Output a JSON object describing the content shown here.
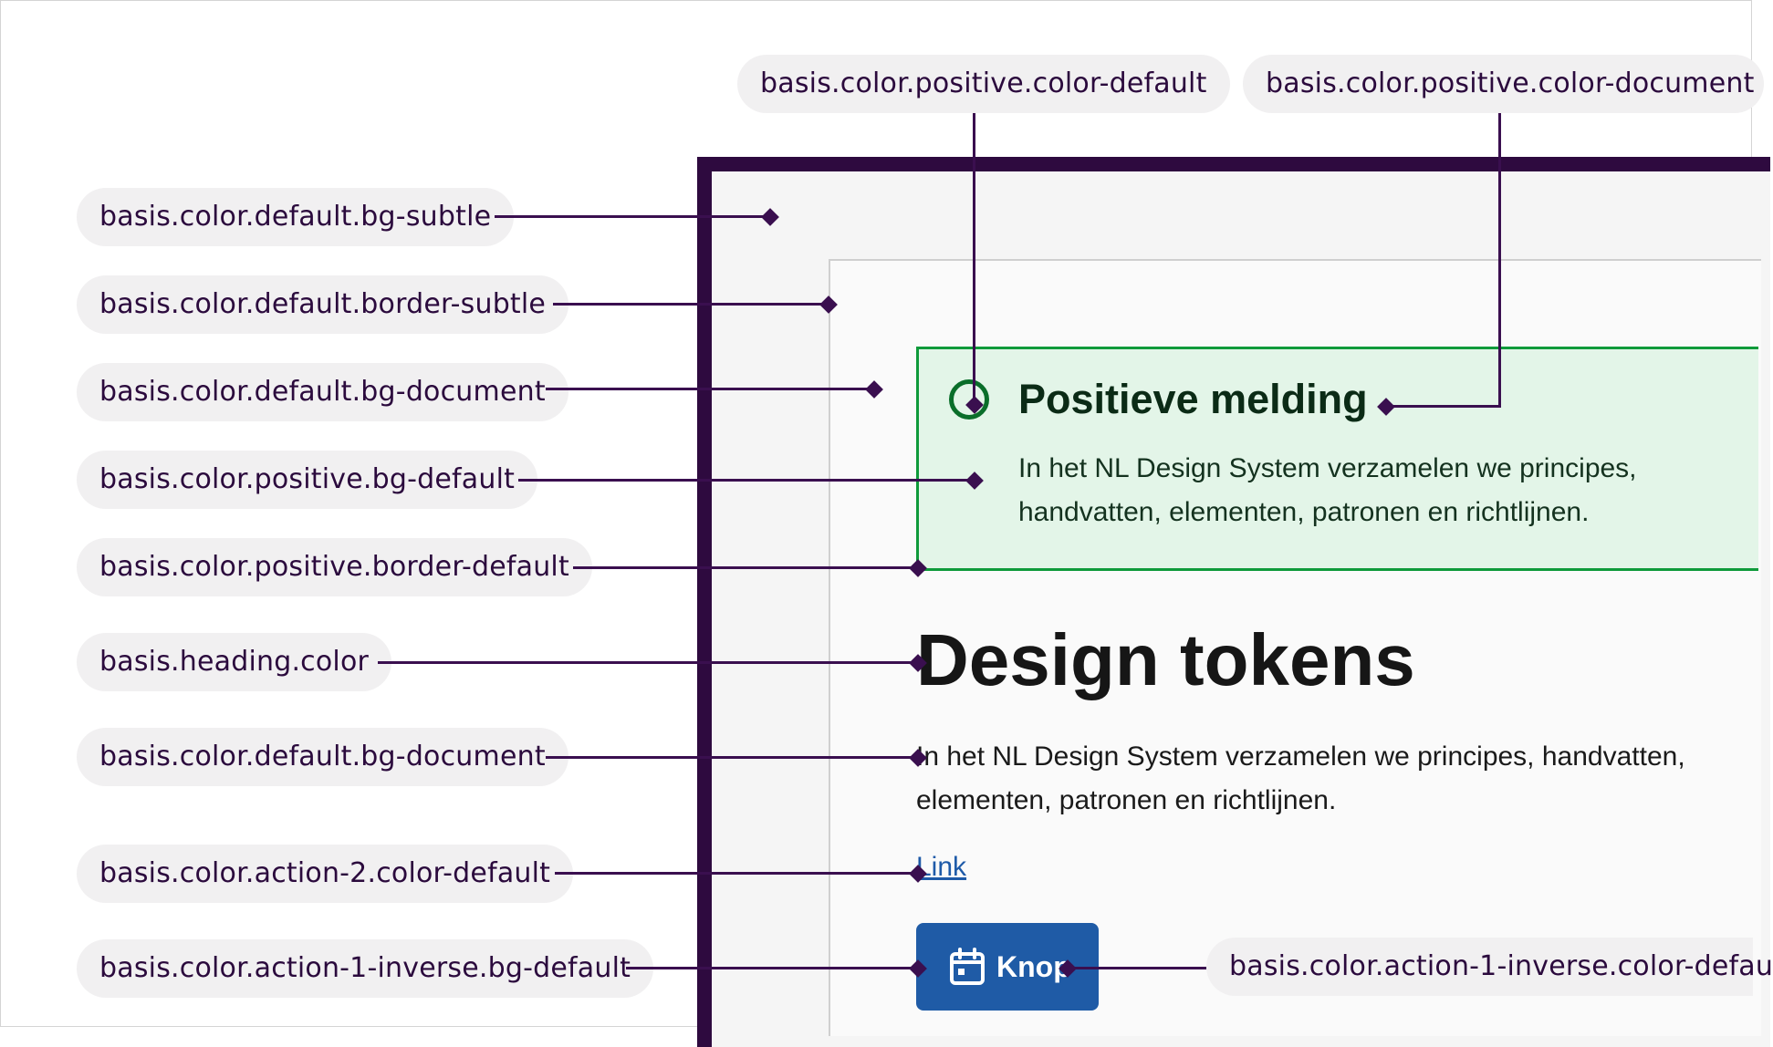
{
  "tokens_left": [
    "basis.color.default.bg-subtle",
    "basis.color.default.border-subtle",
    "basis.color.default.bg-document",
    "basis.color.positive.bg-default",
    "basis.color.positive.border-default",
    "basis.heading.color",
    "basis.color.default.bg-document",
    "basis.color.action-2.color-default",
    "basis.color.action-1-inverse.bg-default"
  ],
  "tokens_top": [
    "basis.color.positive.color-default",
    "basis.color.positive.color-document"
  ],
  "tokens_right": [
    "basis.color.action-1-inverse.color-defau"
  ],
  "alert": {
    "title": "Positieve melding",
    "body": "In het NL Design System verzamelen we principes, handvatten, elementen, patronen en richtlijnen."
  },
  "content": {
    "heading": "Design tokens",
    "paragraph": "In het NL Design System verzamelen we principes, handvatten, elementen, patronen en richtlijnen.",
    "link": "Link",
    "button": "Knop"
  },
  "colors": {
    "connector": "#3a0f4f",
    "frame_border": "#2e0a3f",
    "positive_bg": "#e3f5e8",
    "positive_border": "#0e9a3a",
    "action_blue": "#1f5ba6",
    "link_blue": "#1e5aa8"
  },
  "icons": [
    "check-circle-icon",
    "calendar-icon"
  ]
}
